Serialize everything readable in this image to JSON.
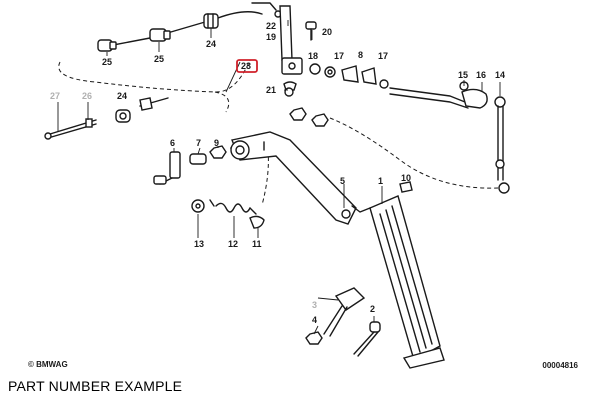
{
  "diagram": {
    "callouts": {
      "c1": "1",
      "c2": "2",
      "c3": "3",
      "c4": "4",
      "c5": "5",
      "c6": "6",
      "c7": "7",
      "c8": "8",
      "c9": "9",
      "c10": "10",
      "c11": "11",
      "c12": "12",
      "c13": "13",
      "c14": "14",
      "c15": "15",
      "c16": "16",
      "c17a": "17",
      "c17b": "17",
      "c18": "18",
      "c19": "19",
      "c20": "20",
      "c21": "21",
      "c22": "22",
      "c23": "23",
      "c24a": "24",
      "c24b": "24",
      "c25a": "25",
      "c25b": "25",
      "c26": "26",
      "c27": "27"
    },
    "highlight_color": "#d0202a",
    "highlighted_callout": "23"
  },
  "footer": {
    "copyright": "© BMWAG",
    "drawing_code": "00004816"
  },
  "caption": "PART NUMBER EXAMPLE"
}
